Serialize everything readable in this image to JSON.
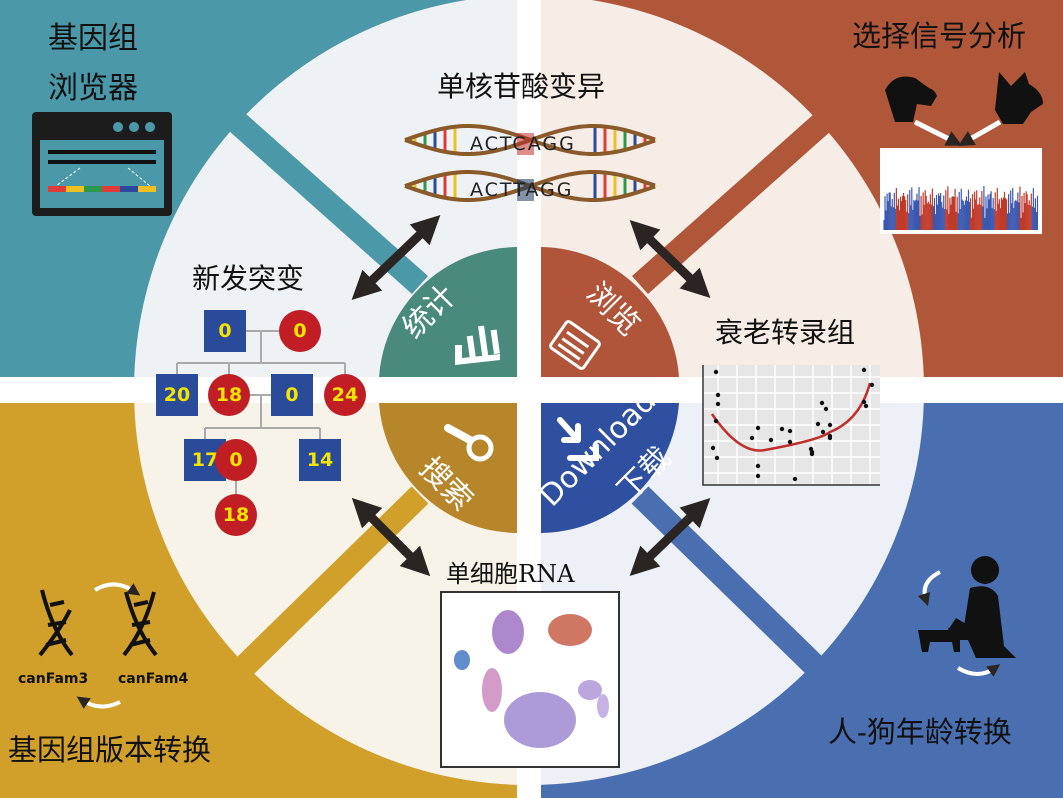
{
  "colors": {
    "teal": "#4a98a8",
    "rust": "#b0573a",
    "gold": "#d1a02b",
    "blue": "#4a6fb0",
    "inner_teal": "#4a8a7c",
    "inner_rust": "#b0553a",
    "inner_gold": "#b8862a",
    "inner_blue": "#2f50a0"
  },
  "corners": {
    "top_left_line1": "基因组",
    "top_left_line2": "浏览器",
    "top_right": "选择信号分析",
    "bottom_left": "基因组版本转换",
    "bottom_right": "人-狗年龄转换"
  },
  "features": {
    "snv": "单核苷酸变异",
    "dna_seq1": "ACTCAGG",
    "dna_seq2": "ACTTAGG",
    "denovo": "新发突变",
    "aging": "衰老转录组",
    "scrna": "单细胞RNA",
    "canfam3": "canFam3",
    "canfam4": "canFam4"
  },
  "pedigree": {
    "gen1": [
      "0",
      "0"
    ],
    "gen2": [
      "20",
      "18",
      "0",
      "24"
    ],
    "gen3": [
      "17",
      "0",
      "14"
    ],
    "gen4": [
      "18"
    ]
  },
  "sectors": {
    "stats": "统计",
    "browse": "浏览",
    "search": "搜索",
    "download": "下载",
    "download_en": "Download"
  },
  "icons": [
    "browser-window-icon",
    "dog-head-icon",
    "manhattan-plot-icon",
    "dna-helix-icon",
    "cycle-arrows-icon",
    "person-dog-icon",
    "bar-chart-icon",
    "web-page-icon",
    "magnifier-icon",
    "download-icon"
  ]
}
